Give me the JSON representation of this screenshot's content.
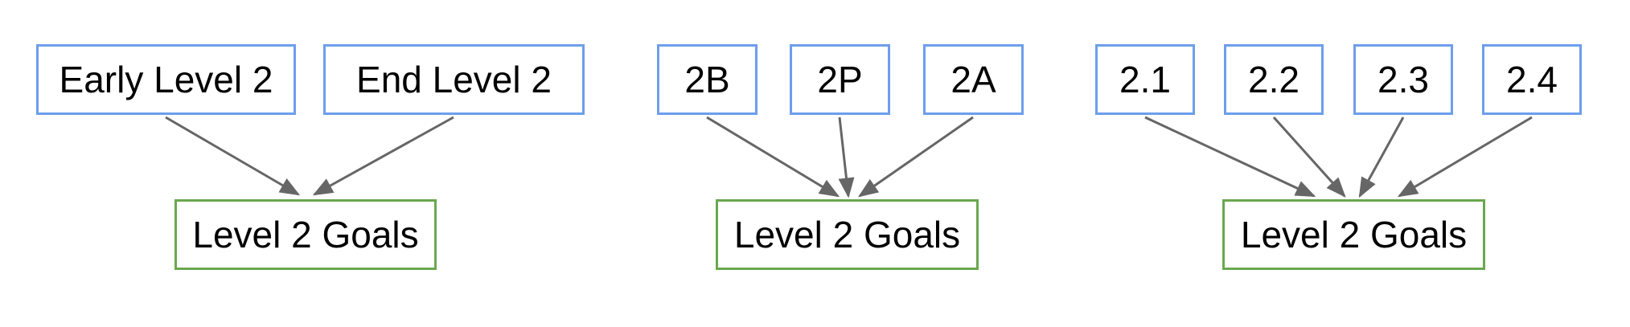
{
  "colors": {
    "source_box_border": "#6d9eeb",
    "target_box_border": "#6aa84f",
    "arrow": "#666666",
    "text": "#000000",
    "background": "#ffffff"
  },
  "diagrams": [
    {
      "sources": [
        "Early Level 2",
        "End Level 2"
      ],
      "target": "Level 2 Goals"
    },
    {
      "sources": [
        "2B",
        "2P",
        "2A"
      ],
      "target": "Level 2 Goals"
    },
    {
      "sources": [
        "2.1",
        "2.2",
        "2.3",
        "2.4"
      ],
      "target": "Level 2 Goals"
    }
  ]
}
